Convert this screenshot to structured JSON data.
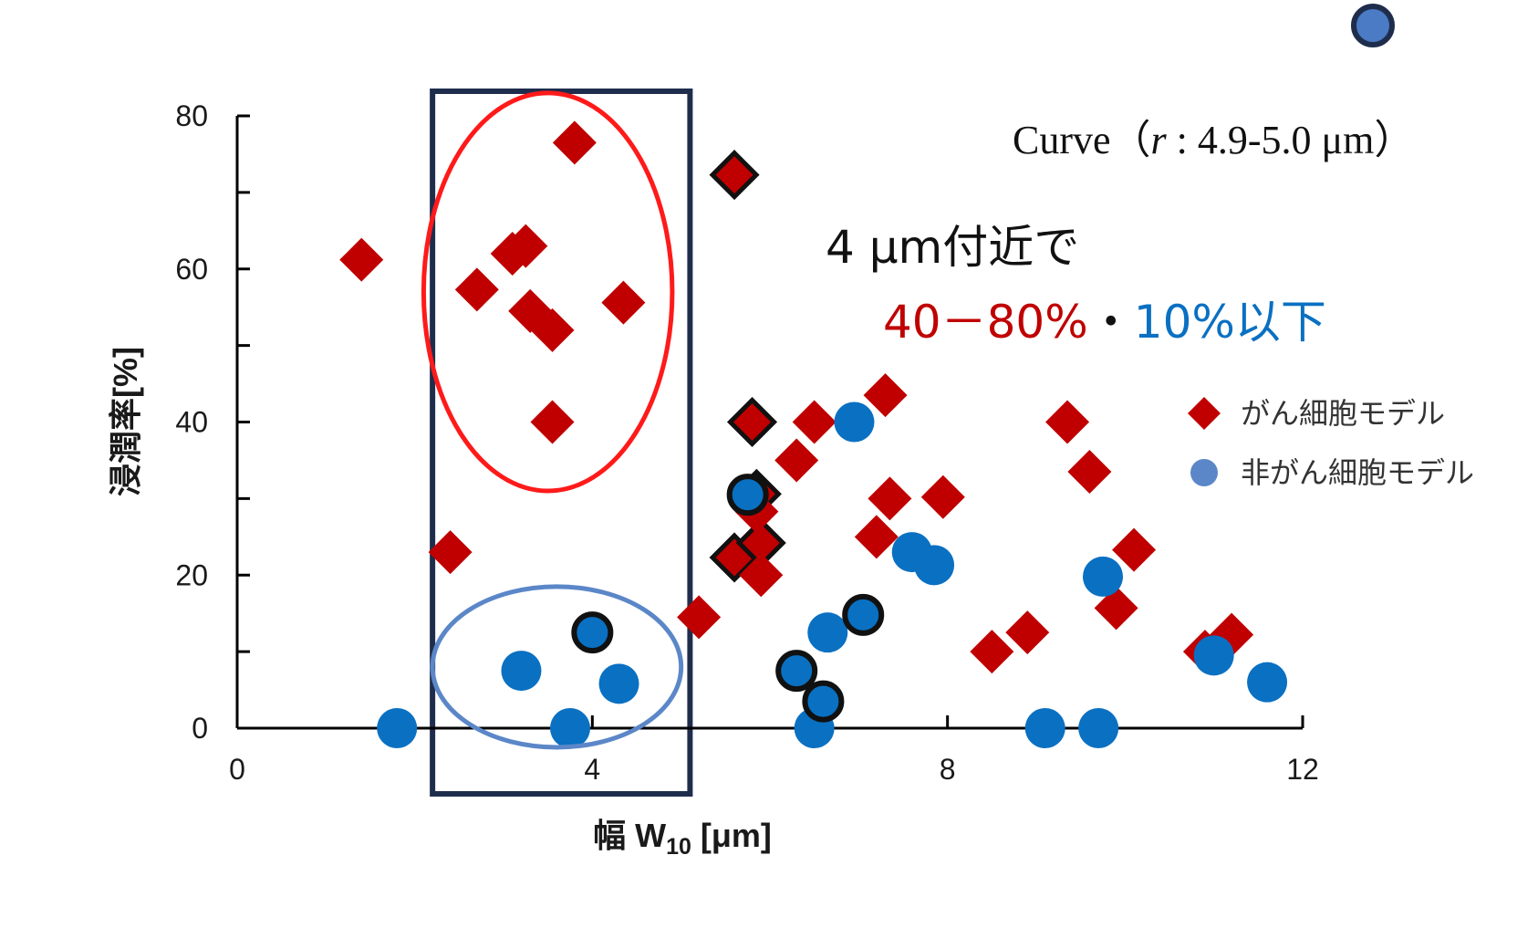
{
  "colors": {
    "cancer": "#c00000",
    "noncancer": "#0a70c2",
    "legend_noncancer": "#5b87c8",
    "outline": "#111111",
    "box": "#1f2d4d",
    "red_ellipse": "#ff1a1a",
    "blue_ellipse": "#5b87c8",
    "top_marker_fill": "#4a7bc4",
    "top_marker_edge": "#1f2d4d"
  },
  "annotations": {
    "curve_prefix": "Curve（",
    "curve_r": "r",
    "curve_suffix": " : 4.9-5.0  μm）",
    "main": "4 μm付近で",
    "red_range": "40－80%",
    "separator": "・",
    "blue_range": "10%以下"
  },
  "chart_data": {
    "type": "scatter",
    "xlabel": "幅 W₁₀ [μm]",
    "ylabel": "浸潤率[%]",
    "xlim": [
      0,
      12
    ],
    "ylim": [
      0,
      80
    ],
    "x_ticks": [
      "0",
      "4",
      "8",
      "12"
    ],
    "y_ticks": [
      "0",
      "20",
      "40",
      "60",
      "80"
    ],
    "x_tick_values": [
      0,
      4,
      8,
      12
    ],
    "y_tick_values": [
      0,
      20,
      40,
      60,
      80
    ],
    "legend_position": "right",
    "series": [
      {
        "name": "がん細胞モデル",
        "marker": "diamond",
        "points": [
          {
            "x": 1.4,
            "y": 61.2
          },
          {
            "x": 2.4,
            "y": 23
          },
          {
            "x": 2.7,
            "y": 57.3
          },
          {
            "x": 3.1,
            "y": 62
          },
          {
            "x": 3.25,
            "y": 63
          },
          {
            "x": 3.3,
            "y": 54.5
          },
          {
            "x": 3.55,
            "y": 52
          },
          {
            "x": 3.55,
            "y": 40
          },
          {
            "x": 3.8,
            "y": 76.5
          },
          {
            "x": 4.35,
            "y": 55.6
          },
          {
            "x": 5.2,
            "y": 14.5
          },
          {
            "x": 5.6,
            "y": 22.3,
            "outlined": true
          },
          {
            "x": 5.6,
            "y": 72.3,
            "outlined": true
          },
          {
            "x": 5.8,
            "y": 40,
            "outlined": true
          },
          {
            "x": 5.85,
            "y": 30.6,
            "outlined": true
          },
          {
            "x": 5.9,
            "y": 24.2,
            "outlined": true
          },
          {
            "x": 5.9,
            "y": 20
          },
          {
            "x": 5.85,
            "y": 28.3
          },
          {
            "x": 6.3,
            "y": 35
          },
          {
            "x": 6.5,
            "y": 40
          },
          {
            "x": 7.2,
            "y": 25
          },
          {
            "x": 7.3,
            "y": 43.5
          },
          {
            "x": 7.35,
            "y": 30
          },
          {
            "x": 7.95,
            "y": 30.2
          },
          {
            "x": 8.5,
            "y": 10
          },
          {
            "x": 8.9,
            "y": 12.5
          },
          {
            "x": 9.35,
            "y": 40
          },
          {
            "x": 9.6,
            "y": 33.5
          },
          {
            "x": 9.9,
            "y": 15.7
          },
          {
            "x": 10.1,
            "y": 23.3
          },
          {
            "x": 10.9,
            "y": 10
          },
          {
            "x": 11.2,
            "y": 12.2
          }
        ]
      },
      {
        "name": "非がん細胞モデル",
        "marker": "circle",
        "points": [
          {
            "x": 1.8,
            "y": 0
          },
          {
            "x": 3.2,
            "y": 7.5
          },
          {
            "x": 3.75,
            "y": 0
          },
          {
            "x": 4.0,
            "y": 12.5,
            "outlined": true
          },
          {
            "x": 4.3,
            "y": 5.8
          },
          {
            "x": 5.75,
            "y": 30.5,
            "outlined": true
          },
          {
            "x": 6.3,
            "y": 7.5,
            "outlined": true
          },
          {
            "x": 6.5,
            "y": 0
          },
          {
            "x": 6.6,
            "y": 3.5,
            "outlined": true
          },
          {
            "x": 6.65,
            "y": 12.5
          },
          {
            "x": 6.95,
            "y": 40
          },
          {
            "x": 7.05,
            "y": 14.8,
            "outlined": true
          },
          {
            "x": 7.6,
            "y": 23
          },
          {
            "x": 7.85,
            "y": 21.3
          },
          {
            "x": 9.1,
            "y": 0
          },
          {
            "x": 9.7,
            "y": 0
          },
          {
            "x": 9.75,
            "y": 19.8
          },
          {
            "x": 11.0,
            "y": 9.5
          },
          {
            "x": 11.6,
            "y": 6
          }
        ]
      }
    ],
    "highlight_box_x": [
      2.2,
      5.1
    ],
    "red_ellipse": {
      "center": [
        3.5,
        57
      ],
      "radius": [
        1.4,
        26
      ]
    },
    "blue_ellipse": {
      "center": [
        3.6,
        8
      ],
      "radius": [
        1.4,
        10.5
      ]
    }
  }
}
